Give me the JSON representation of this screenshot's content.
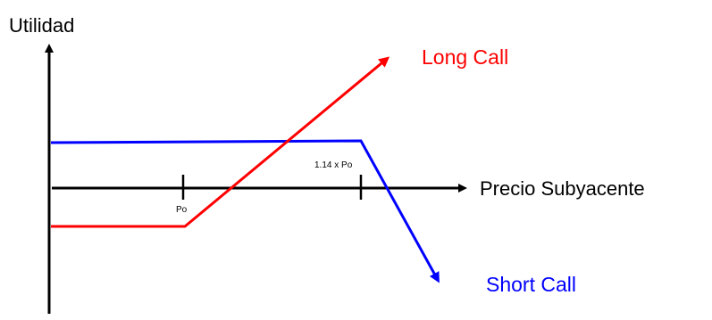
{
  "axes": {
    "y_title": "Utilidad",
    "x_title": "Precio Subyacente",
    "axis_color": "#000000"
  },
  "ticks": [
    {
      "label": "Po"
    },
    {
      "label": "1.14 x Po"
    }
  ],
  "series": [
    {
      "label": "Long Call",
      "color": "#ff0000"
    },
    {
      "label": "Short Call",
      "color": "#0000ff"
    }
  ]
}
